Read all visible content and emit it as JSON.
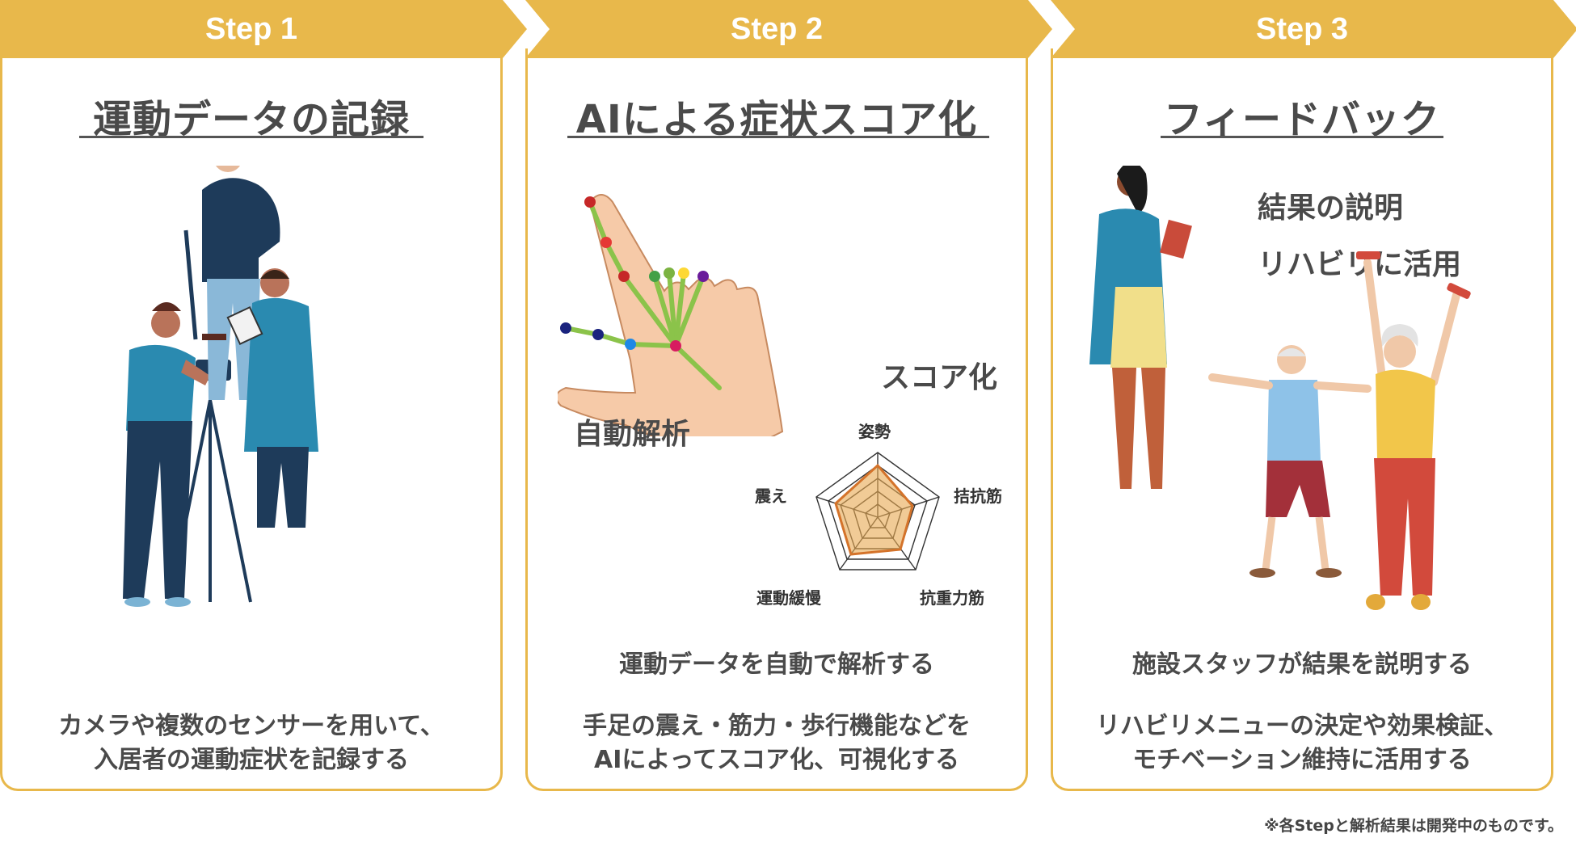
{
  "steps": [
    {
      "label": "Step 1",
      "title": "運動データの記録",
      "desc_lines": [
        "カメラや複数のセンサーを用いて、",
        "入居者の運動症状を記録する"
      ]
    },
    {
      "label": "Step 2",
      "title": "AIによる症状スコア化",
      "auto_label": "自動解析",
      "score_label": "スコア化",
      "radar": [
        "姿勢",
        "拮抗筋",
        "抗重力筋",
        "運動緩慢",
        "震え"
      ],
      "desc_lines": [
        "運動データを自動で解析する"
      ],
      "desc2_lines": [
        "手足の震え・筋力・歩行機能などを",
        "AIによってスコア化、可視化する"
      ]
    },
    {
      "label": "Step 3",
      "title": "フィードバック",
      "bullet1": "結果の説明",
      "bullet2": "リハビリに活用",
      "desc_lines": [
        "施設スタッフが結果を説明する"
      ],
      "desc2_lines": [
        "リハビリメニューの決定や効果検証、",
        "モチベーション維持に活用する"
      ]
    }
  ],
  "footnote": "※各Stepと解析結果は開発中のものです。",
  "colors": {
    "accent": "#e8b84b",
    "text": "#4a4a4a",
    "radar_fill": "#f0b860",
    "radar_stroke": "#d4732a"
  }
}
